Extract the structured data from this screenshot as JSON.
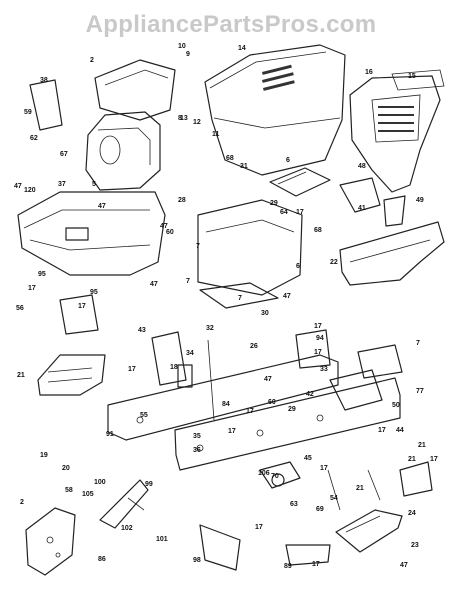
{
  "watermark": "AppliancePartsPros.com",
  "callouts": [
    {
      "id": "c1",
      "text": "2"
    },
    {
      "id": "c2",
      "text": "10"
    },
    {
      "id": "c3",
      "text": "9"
    },
    {
      "id": "c4",
      "text": "14"
    },
    {
      "id": "c5",
      "text": "16"
    },
    {
      "id": "c6",
      "text": "15"
    },
    {
      "id": "c7",
      "text": "38"
    },
    {
      "id": "c8",
      "text": "59"
    },
    {
      "id": "c9",
      "text": "62"
    },
    {
      "id": "c10",
      "text": "67"
    },
    {
      "id": "c11",
      "text": "5"
    },
    {
      "id": "c12",
      "text": "8"
    },
    {
      "id": "c13",
      "text": "13"
    },
    {
      "id": "c14",
      "text": "12"
    },
    {
      "id": "c15",
      "text": "11"
    },
    {
      "id": "c16",
      "text": "47"
    },
    {
      "id": "c17",
      "text": "120"
    },
    {
      "id": "c18",
      "text": "37"
    },
    {
      "id": "c19",
      "text": "47"
    },
    {
      "id": "c20",
      "text": "68"
    },
    {
      "id": "c21",
      "text": "31"
    },
    {
      "id": "c22",
      "text": "6"
    },
    {
      "id": "c23",
      "text": "48"
    },
    {
      "id": "c24",
      "text": "41"
    },
    {
      "id": "c25",
      "text": "49"
    },
    {
      "id": "c26",
      "text": "28"
    },
    {
      "id": "c27",
      "text": "29"
    },
    {
      "id": "c28",
      "text": "64"
    },
    {
      "id": "c29",
      "text": "17"
    },
    {
      "id": "c30",
      "text": "68"
    },
    {
      "id": "c31",
      "text": "47"
    },
    {
      "id": "c32",
      "text": "60"
    },
    {
      "id": "c33",
      "text": "7"
    },
    {
      "id": "c34",
      "text": "22"
    },
    {
      "id": "c35",
      "text": "7"
    },
    {
      "id": "c36",
      "text": "6"
    },
    {
      "id": "c37",
      "text": "47"
    },
    {
      "id": "c38",
      "text": "95"
    },
    {
      "id": "c39",
      "text": "17"
    },
    {
      "id": "c40",
      "text": "95"
    },
    {
      "id": "c41",
      "text": "17"
    },
    {
      "id": "c42",
      "text": "7"
    },
    {
      "id": "c43",
      "text": "47"
    },
    {
      "id": "c44",
      "text": "30"
    },
    {
      "id": "c45",
      "text": "56"
    },
    {
      "id": "c46",
      "text": "43"
    },
    {
      "id": "c47",
      "text": "32"
    },
    {
      "id": "c48",
      "text": "34"
    },
    {
      "id": "c49",
      "text": "17"
    },
    {
      "id": "c50",
      "text": "94"
    },
    {
      "id": "c51",
      "text": "17"
    },
    {
      "id": "c52",
      "text": "26"
    },
    {
      "id": "c53",
      "text": "7"
    },
    {
      "id": "c54",
      "text": "77"
    },
    {
      "id": "c55",
      "text": "21"
    },
    {
      "id": "c56",
      "text": "18"
    },
    {
      "id": "c57",
      "text": "17"
    },
    {
      "id": "c58",
      "text": "33"
    },
    {
      "id": "c59",
      "text": "47"
    },
    {
      "id": "c60",
      "text": "55"
    },
    {
      "id": "c61",
      "text": "50"
    },
    {
      "id": "c62",
      "text": "42"
    },
    {
      "id": "c63",
      "text": "60"
    },
    {
      "id": "c64",
      "text": "29"
    },
    {
      "id": "c65",
      "text": "84"
    },
    {
      "id": "c66",
      "text": "17"
    },
    {
      "id": "c67",
      "text": "91"
    },
    {
      "id": "c68",
      "text": "35"
    },
    {
      "id": "c69",
      "text": "17"
    },
    {
      "id": "c70",
      "text": "36"
    },
    {
      "id": "c71",
      "text": "44"
    },
    {
      "id": "c72",
      "text": "17"
    },
    {
      "id": "c73",
      "text": "21"
    },
    {
      "id": "c74",
      "text": "21"
    },
    {
      "id": "c75",
      "text": "17"
    },
    {
      "id": "c76",
      "text": "19"
    },
    {
      "id": "c77",
      "text": "100"
    },
    {
      "id": "c78",
      "text": "20"
    },
    {
      "id": "c79",
      "text": "45"
    },
    {
      "id": "c80",
      "text": "17"
    },
    {
      "id": "c81",
      "text": "70"
    },
    {
      "id": "c82",
      "text": "106"
    },
    {
      "id": "c83",
      "text": "63"
    },
    {
      "id": "c84",
      "text": "69"
    },
    {
      "id": "c85",
      "text": "21"
    },
    {
      "id": "c86",
      "text": "54"
    },
    {
      "id": "c87",
      "text": "58"
    },
    {
      "id": "c88",
      "text": "105"
    },
    {
      "id": "c89",
      "text": "99"
    },
    {
      "id": "c90",
      "text": "2"
    },
    {
      "id": "c91",
      "text": "102"
    },
    {
      "id": "c92",
      "text": "101"
    },
    {
      "id": "c93",
      "text": "17"
    },
    {
      "id": "c94",
      "text": "24"
    },
    {
      "id": "c95",
      "text": "23"
    },
    {
      "id": "c96",
      "text": "86"
    },
    {
      "id": "c97",
      "text": "98"
    },
    {
      "id": "c98",
      "text": "89"
    },
    {
      "id": "c99",
      "text": "17"
    },
    {
      "id": "c100",
      "text": "47"
    }
  ]
}
